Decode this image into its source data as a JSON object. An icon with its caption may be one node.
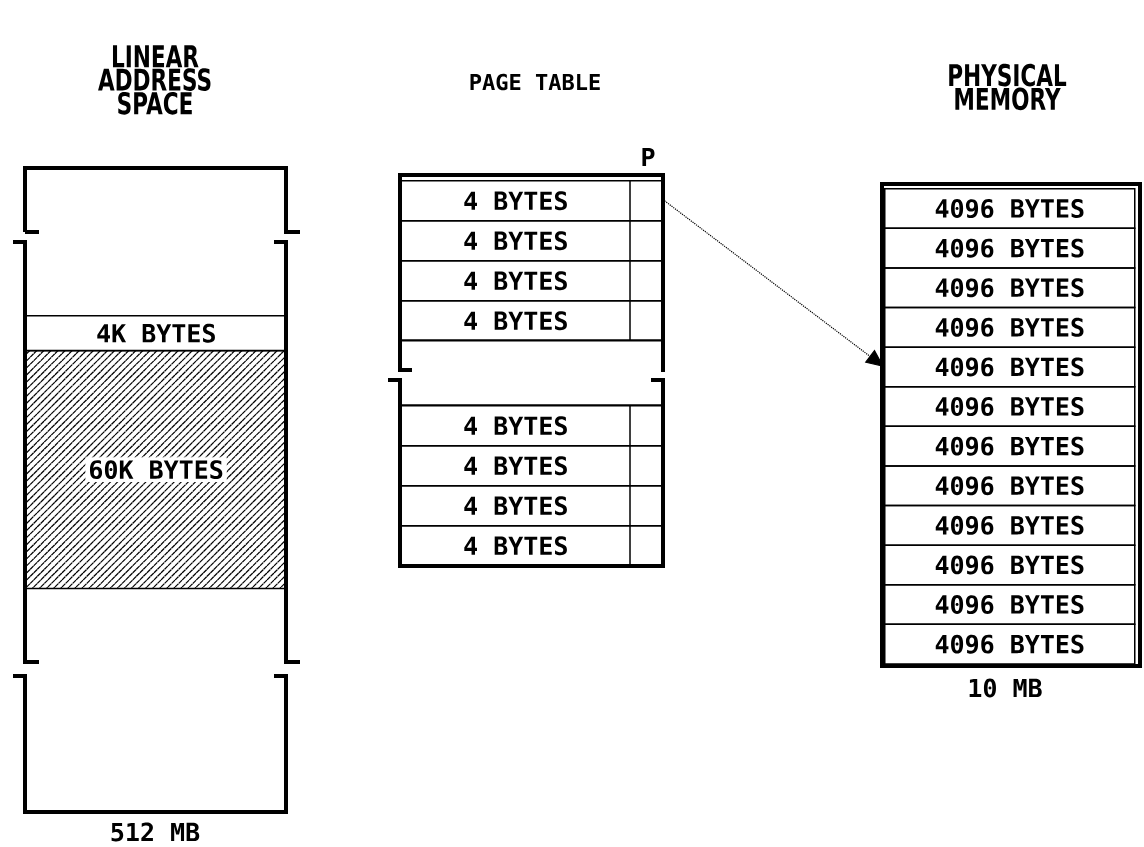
{
  "diagram": {
    "nodes": [
      {
        "text": [
          "LINEAR ADDRESS SPACE"
        ],
        "beside": [
          "512 MB"
        ]
      },
      {
        "text": [
          "4K BYTES"
        ],
        "in": 0
      },
      {
        "text": [
          "60K BYTES"
        ],
        "in": 0
      },
      {
        "text": [
          "PAGE TABLE"
        ]
      },
      {
        "text": [
          "4 BYTES"
        ],
        "in": 3
      },
      {
        "text": [
          "4 BYTES"
        ],
        "in": 3
      },
      {
        "text": [
          "4 BYTES"
        ],
        "in": 3
      },
      {
        "text": [
          "4 BYTES"
        ],
        "in": 3
      },
      {
        "text": [
          "4 BYTES"
        ],
        "in": 3
      },
      {
        "text": [
          "4 BYTES"
        ],
        "in": 3
      },
      {
        "text": [
          "4 BYTES"
        ],
        "in": 3
      },
      {
        "text": [
          "4 BYTES"
        ],
        "in": 3
      },
      {
        "text": [
          "PHYSICAL MEMORY"
        ],
        "beside": [
          "10 MB"
        ]
      },
      {
        "text": [
          "4096 BYTES"
        ],
        "in": 12
      },
      {
        "text": [
          "4096 BYTES"
        ],
        "in": 12
      },
      {
        "text": [
          "4096 BYTES"
        ],
        "in": 12
      },
      {
        "text": [
          "4096 BYTES"
        ],
        "in": 12
      },
      {
        "text": [
          "4096 BYTES"
        ],
        "in": 12
      },
      {
        "text": [
          "4096 BYTES"
        ],
        "in": 12
      },
      {
        "text": [
          "4096 BYTES"
        ],
        "in": 12
      },
      {
        "text": [
          "4096 BYTES"
        ],
        "in": 12
      },
      {
        "text": [
          "4096 BYTES"
        ],
        "in": 12
      },
      {
        "text": [
          "4096 BYTES"
        ],
        "in": 12
      },
      {
        "text": [
          "4096 BYTES"
        ],
        "in": 12
      },
      {
        "text": [
          "4096 BYTES"
        ],
        "in": 12
      }
    ],
    "edges": [
      {
        "from": 4,
        "to": 17,
        "arrow": "to"
      }
    ],
    "labels": [
      "P"
    ]
  }
}
